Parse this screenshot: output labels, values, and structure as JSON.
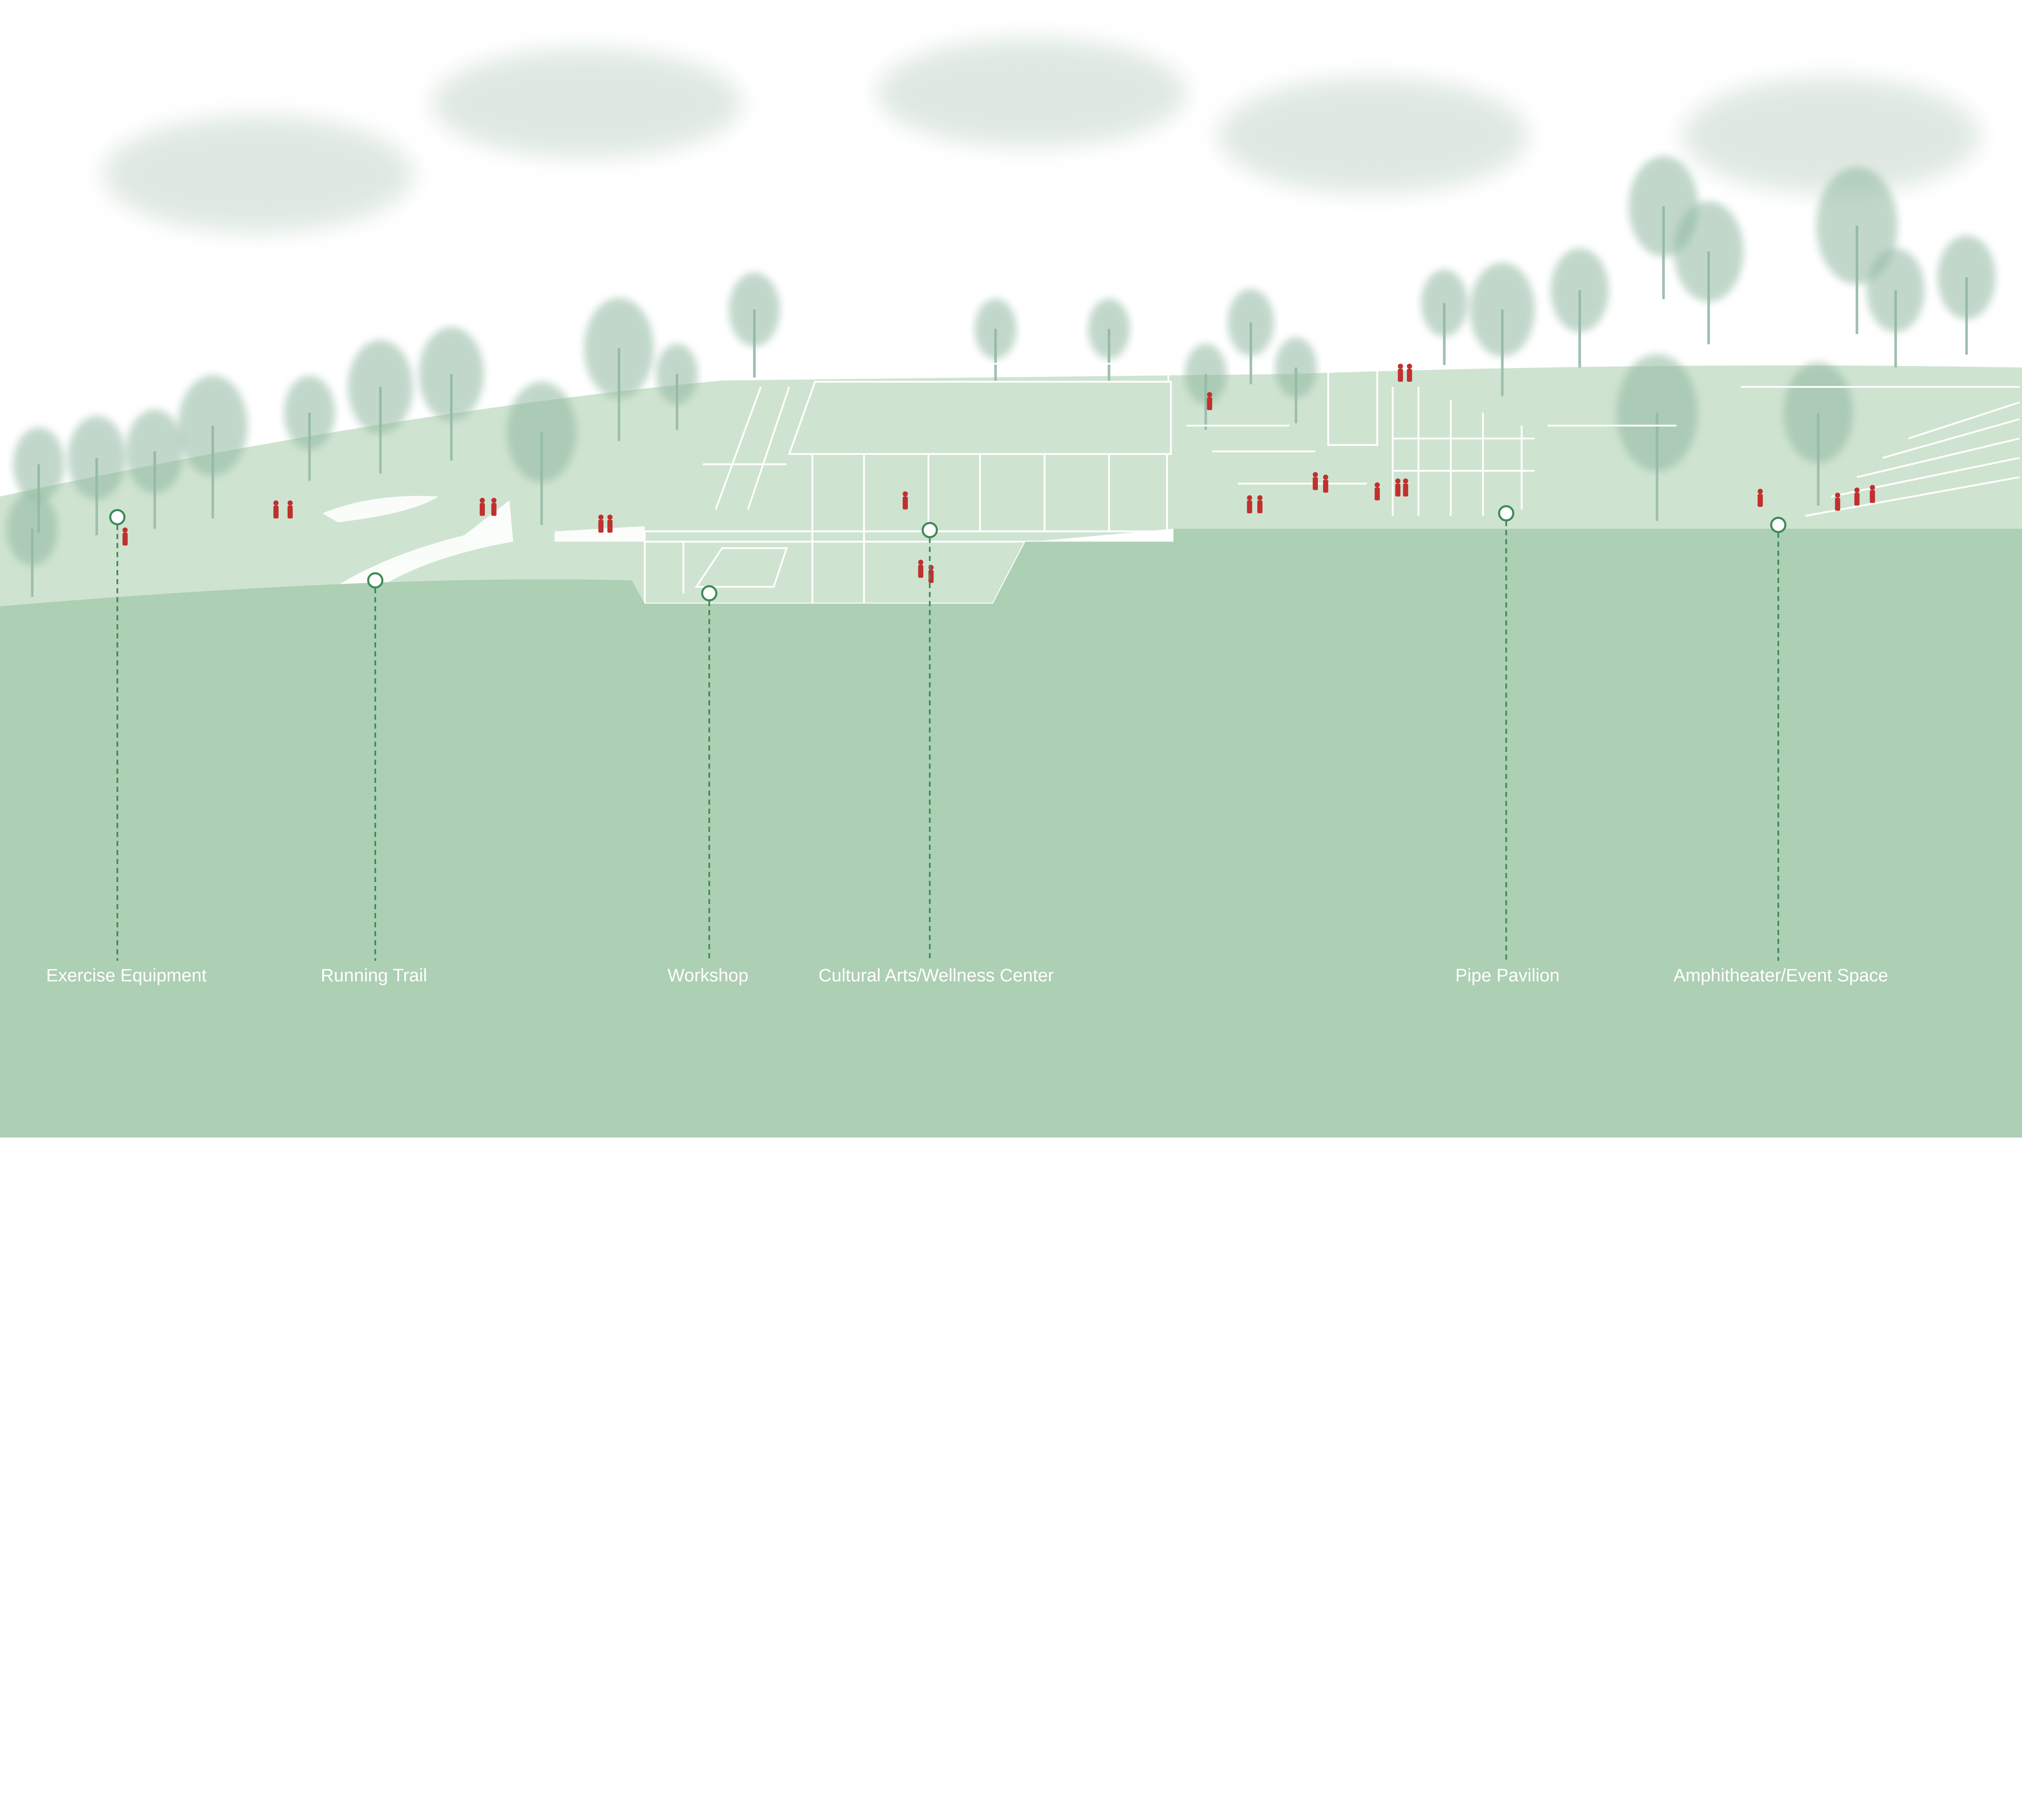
{
  "colors": {
    "ground": "#adcfb4",
    "hill": "#cfe3d1",
    "tree": "#8fb8a0",
    "people": "#c0302e",
    "marker": "#3f8a57",
    "label": "#ffffff"
  },
  "callouts": [
    {
      "label": "Exercise Equipment"
    },
    {
      "label": "Running Trail"
    },
    {
      "label": "Workshop"
    },
    {
      "label": "Cultural Arts/Wellness Center"
    },
    {
      "label": "Pipe Pavilion"
    },
    {
      "label": "Amphitheater/Event Space"
    }
  ]
}
